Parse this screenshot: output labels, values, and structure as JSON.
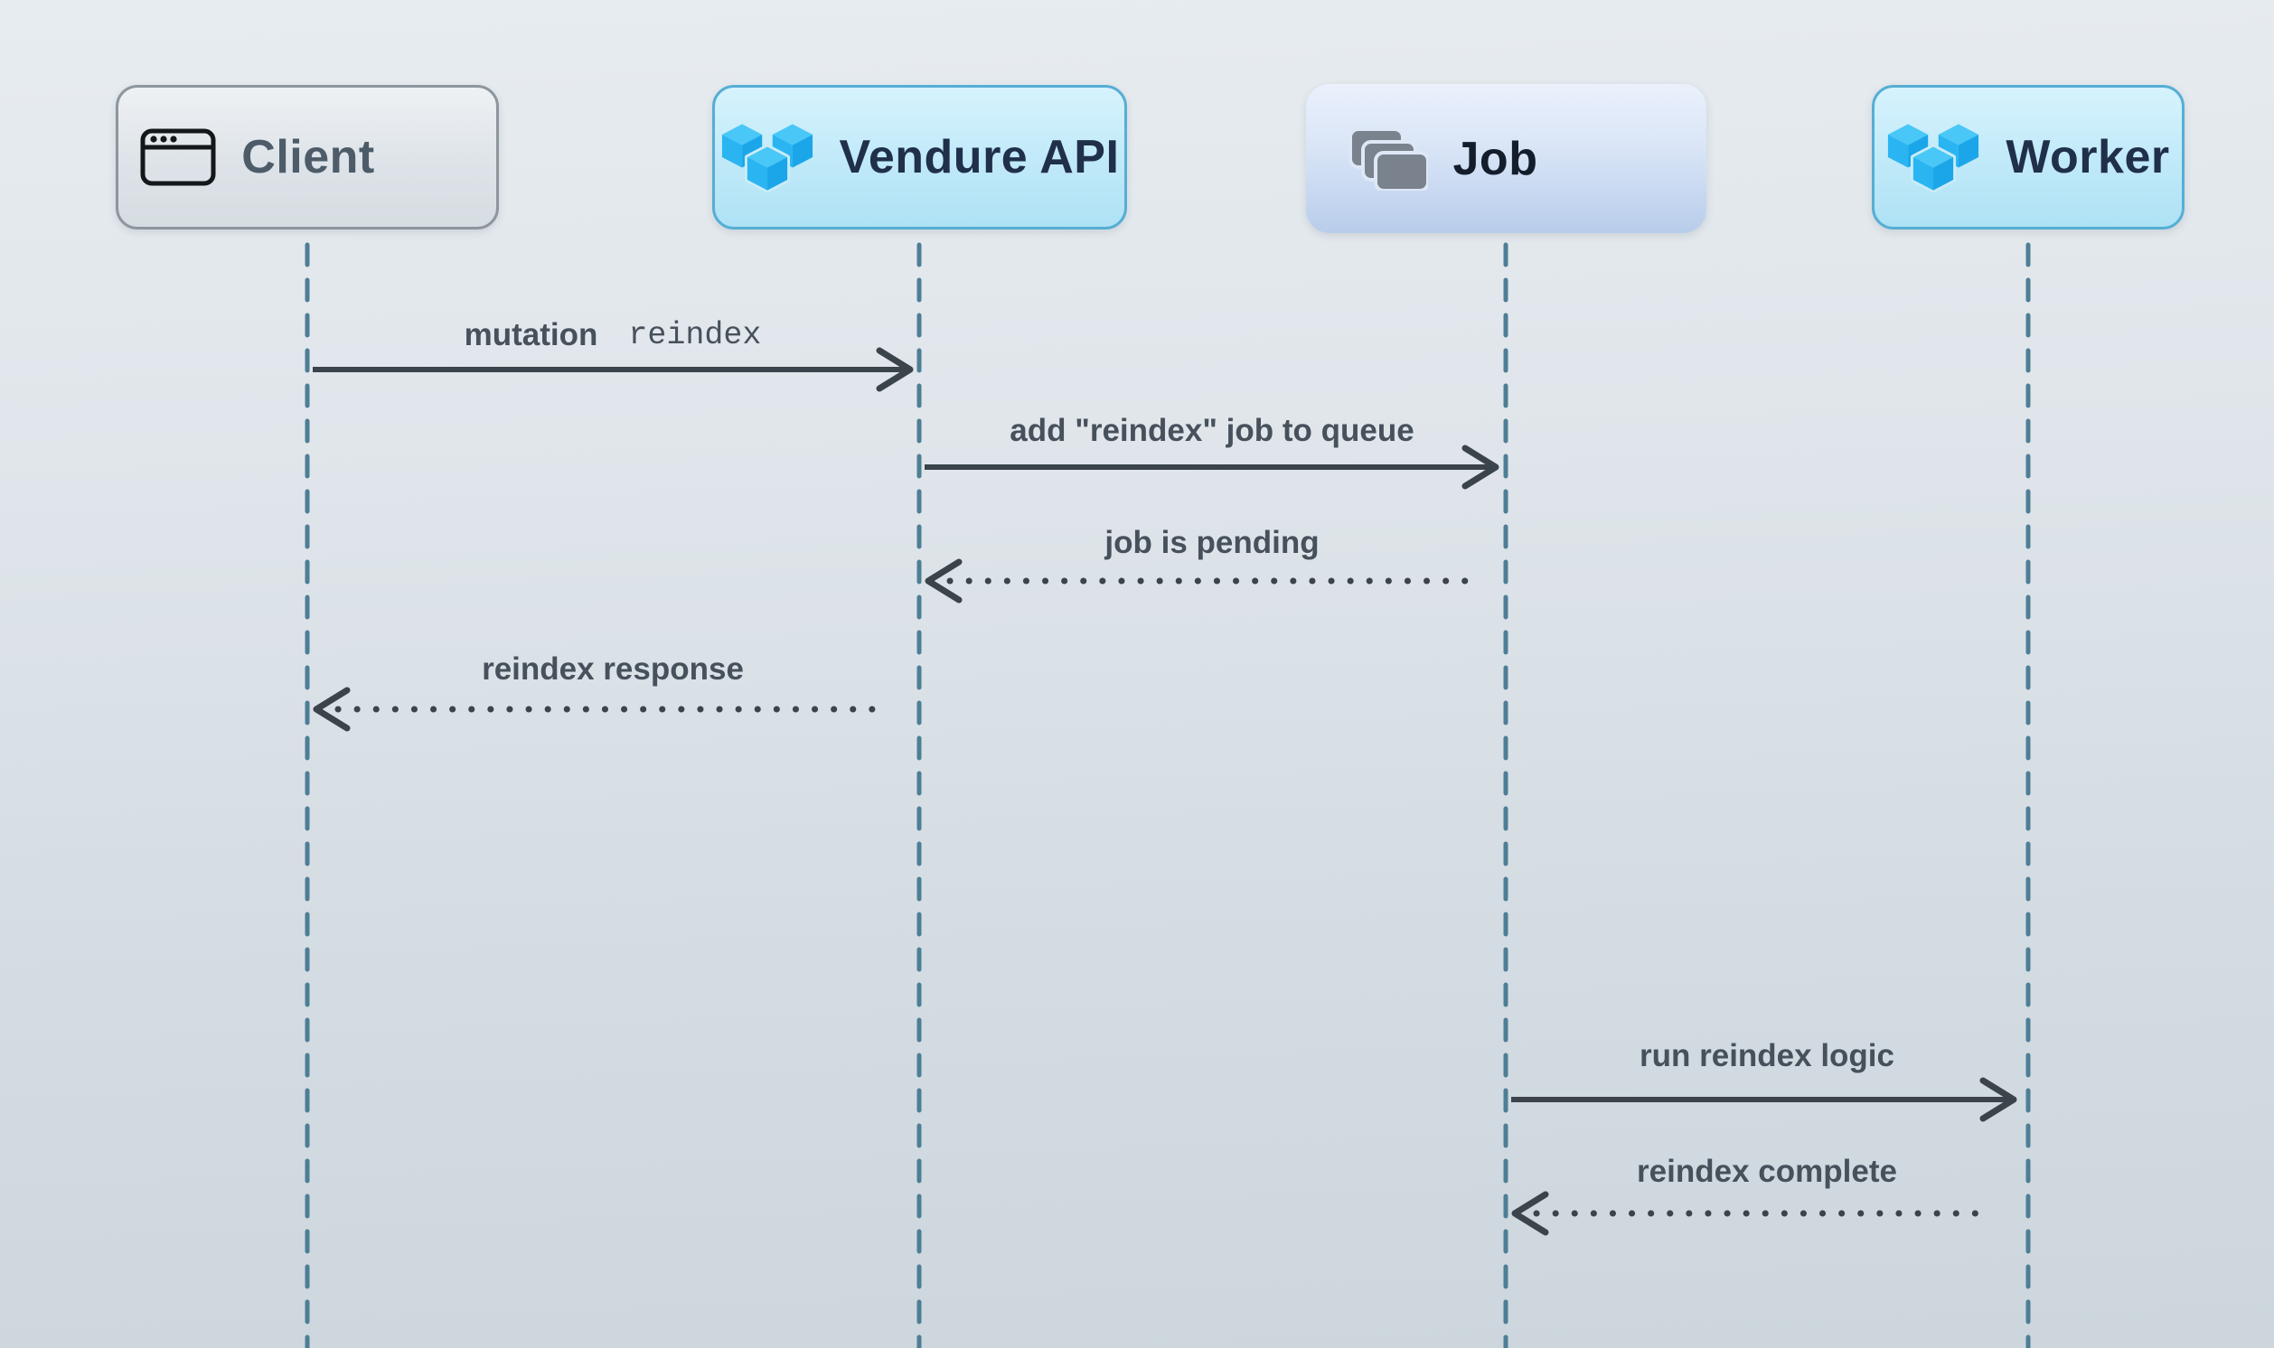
{
  "actors": [
    {
      "label": "Client",
      "icon": "browser-window-icon"
    },
    {
      "label": "Vendure API",
      "icon": "vendure-logo-icon"
    },
    {
      "label": "Job",
      "icon": "layer-stack-icon"
    },
    {
      "label": "Worker",
      "icon": "vendure-logo-icon"
    }
  ],
  "messages": [
    {
      "from": "Client",
      "to": "Vendure API",
      "label": "mutation",
      "code": "reindex",
      "line": "solid",
      "direction": "right"
    },
    {
      "from": "Vendure API",
      "to": "Job",
      "label": "add \"reindex\" job to queue",
      "line": "solid",
      "direction": "right"
    },
    {
      "from": "Job",
      "to": "Vendure API",
      "label": "job is pending",
      "line": "dotted",
      "direction": "left"
    },
    {
      "from": "Vendure API",
      "to": "Client",
      "label": "reindex response",
      "line": "dotted",
      "direction": "left"
    },
    {
      "from": "Job",
      "to": "Worker",
      "label": "run reindex logic",
      "line": "solid",
      "direction": "right"
    },
    {
      "from": "Worker",
      "to": "Job",
      "label": "reindex complete",
      "line": "dotted",
      "direction": "left"
    }
  ],
  "colors": {
    "background_top": "#e7ecf0",
    "background_bottom": "#ccd6dc",
    "lifeline": "#4e7e96",
    "arrow": "#3b434b",
    "message_text": "#47515c",
    "vendure_blue": "#29b5f2",
    "blue_actor_border": "#56aed4",
    "gray_actor_border": "#8d969e"
  }
}
